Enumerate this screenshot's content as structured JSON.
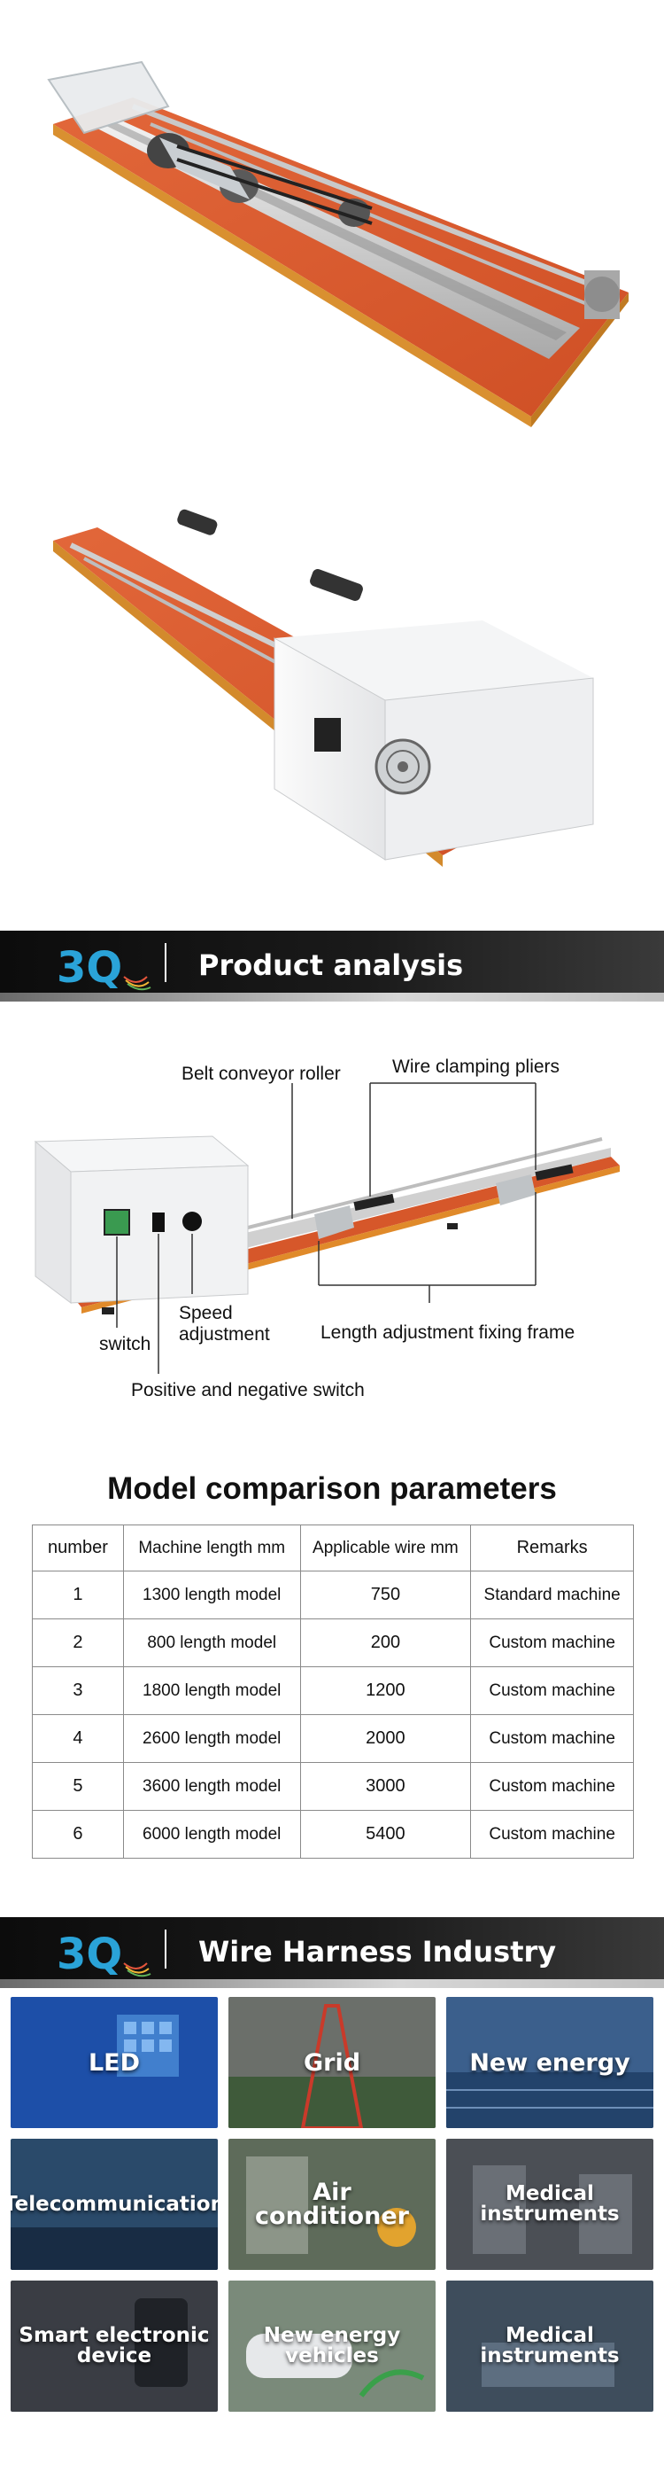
{
  "brand": {
    "logo_text": "3Q",
    "accent": "#2aa3d8"
  },
  "sections": [
    {
      "title": "Product analysis"
    },
    {
      "title": "Wire Harness Industry"
    }
  ],
  "diagram": {
    "labels": {
      "belt_roller": "Belt conveyor roller",
      "clamping_pliers": "Wire clamping pliers",
      "speed": "Speed\nadjustment",
      "switch": "switch",
      "length_frame": "Length adjustment fixing frame",
      "pos_neg_switch": "Positive and negative switch"
    }
  },
  "comparison": {
    "title": "Model comparison parameters",
    "headers": [
      "number",
      "Machine length mm",
      "Applicable wire mm",
      "Remarks"
    ],
    "rows": [
      [
        "1",
        "1300 length model",
        "750",
        "Standard machine"
      ],
      [
        "2",
        "800 length model",
        "200",
        "Custom machine"
      ],
      [
        "3",
        "1800 length model",
        "1200",
        "Custom machine"
      ],
      [
        "4",
        "2600 length model",
        "2000",
        "Custom machine"
      ],
      [
        "5",
        "3600 length model",
        "3000",
        "Custom machine"
      ],
      [
        "6",
        "6000 length model",
        "5400",
        "Custom machine"
      ]
    ]
  },
  "industries": [
    {
      "label": "LED",
      "color": "#1d4fa8"
    },
    {
      "label": "Grid",
      "color": "#6b6f6a"
    },
    {
      "label": "New energy",
      "color": "#3b5f8c"
    },
    {
      "label": "Telecommunication",
      "color": "#2a4a6a"
    },
    {
      "label": "Air\nconditioner",
      "color": "#5e6b5a"
    },
    {
      "label": "Medical\ninstruments",
      "color": "#4b4f55"
    },
    {
      "label": "Smart electronic\ndevice",
      "color": "#3a3d44"
    },
    {
      "label": "New energy\nvehicles",
      "color": "#7a8a7a"
    },
    {
      "label": "Medical\ninstruments",
      "color": "#3e4d5c"
    }
  ]
}
